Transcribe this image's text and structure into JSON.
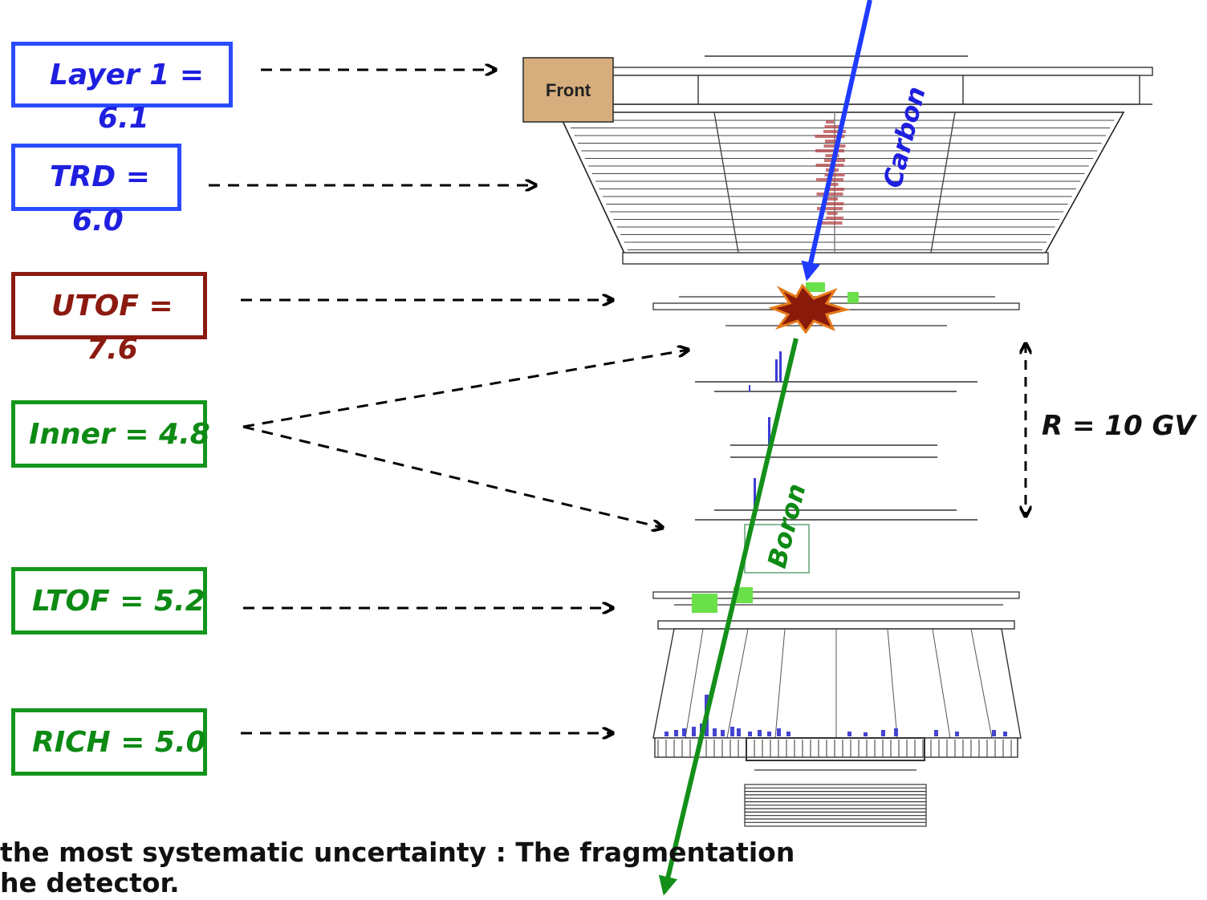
{
  "labels": {
    "layer1": {
      "text_line1": "Layer 1 =",
      "text_line2": "6.1",
      "color": "#1f1fe0"
    },
    "trd": {
      "text_line1": "TRD =",
      "text_line2": "6.0",
      "color": "#1f1fe0"
    },
    "utof": {
      "text_line1": "UTOF =",
      "text_line2": "7.6",
      "color": "#8b1a10"
    },
    "inner": {
      "text": "Inner = 4.8",
      "color": "#0d8a14"
    },
    "ltof": {
      "text": "LTOF = 5.2",
      "color": "#0d8a14"
    },
    "rich": {
      "text": "RICH = 5.0",
      "color": "#0d8a14"
    }
  },
  "detector": {
    "front_label": "Front",
    "incoming_particle": "Carbon",
    "outgoing_particle": "Boron",
    "rigidity": "R = 10 GV"
  },
  "caption": {
    "line1": "the most systematic uncertainty : The fragmentation",
    "line2": "he detector."
  }
}
